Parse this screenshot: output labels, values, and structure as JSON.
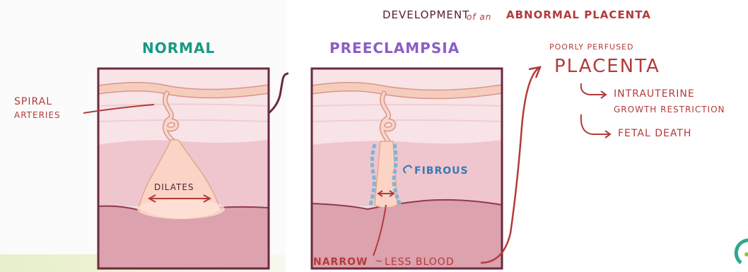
{
  "title": {
    "part1": "DEVELOPMENT",
    "part2": "of an",
    "part3": "ABNORMAL PLACENTA"
  },
  "normal": {
    "heading": "NORMAL",
    "spiral_label_line1": "SPIRAL",
    "spiral_label_line2": "ARTERIES",
    "dilates_label": "DILATES"
  },
  "preeclampsia": {
    "heading": "PREECLAMPSIA",
    "fibrous_label": "FIBROUS",
    "narrow_label": "NARROW",
    "tilde": "~",
    "less_blood_label": "LESS BLOOD"
  },
  "outcome": {
    "subtitle": "POORLY PERFUSED",
    "title": "PLACENTA",
    "effect1_line1": "INTRAUTERINE",
    "effect1_line2": "GROWTH RESTRICTION",
    "effect2": "FETAL DEATH"
  },
  "colors": {
    "outline": "#6b2940",
    "tissue_light": "#f6dde1",
    "tissue_mid": "#efc5cc",
    "tissue_dark": "#dca0ab",
    "artery": "#f6cdbd",
    "arrow_red": "#b33a3a",
    "fibrous_blue": "#7fb5d9"
  },
  "icons": {
    "logo": "osmosis-logo-icon"
  }
}
